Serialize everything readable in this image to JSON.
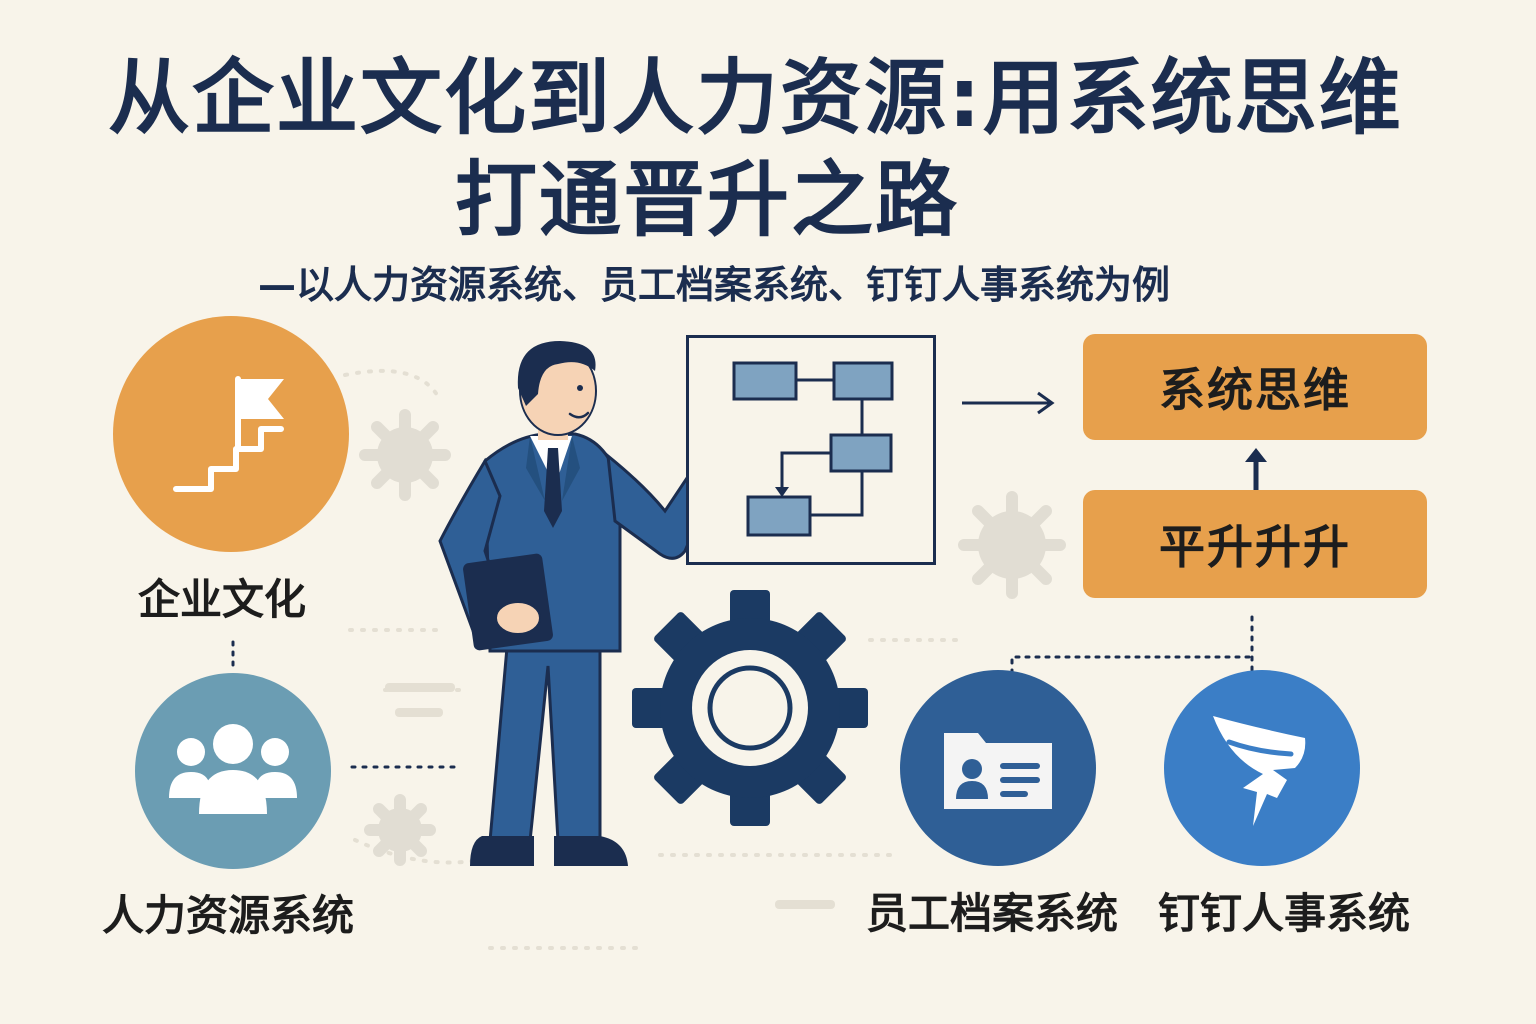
{
  "header": {
    "title_line1": "从企业文化到人力资源:用系统思维",
    "title_line2": "打通晋升之路",
    "subtitle": "—以人力资源系统、员工档案系统、钉钉人事系统为例"
  },
  "nodes": {
    "culture": {
      "label": "企业文化",
      "icon": "flag-on-stairs-icon",
      "color": "#e7a04c"
    },
    "hr_system": {
      "label": "人力资源系统",
      "icon": "people-group-icon",
      "color": "#6b9db3"
    },
    "employee_records": {
      "label": "员工档案系统",
      "icon": "id-card-folder-icon",
      "color": "#2f5f96"
    },
    "dingtalk_hr": {
      "label": "钉钉人事系统",
      "icon": "dingtalk-wing-icon",
      "color": "#3b7ec6"
    }
  },
  "flow": {
    "top_box": "系统思维",
    "bottom_box": "平升升升",
    "box_color": "#e7a04c"
  },
  "colors": {
    "navy": "#1b2d4f",
    "background": "#f8f4ea",
    "flowchart_box": "#7fa3c1"
  }
}
